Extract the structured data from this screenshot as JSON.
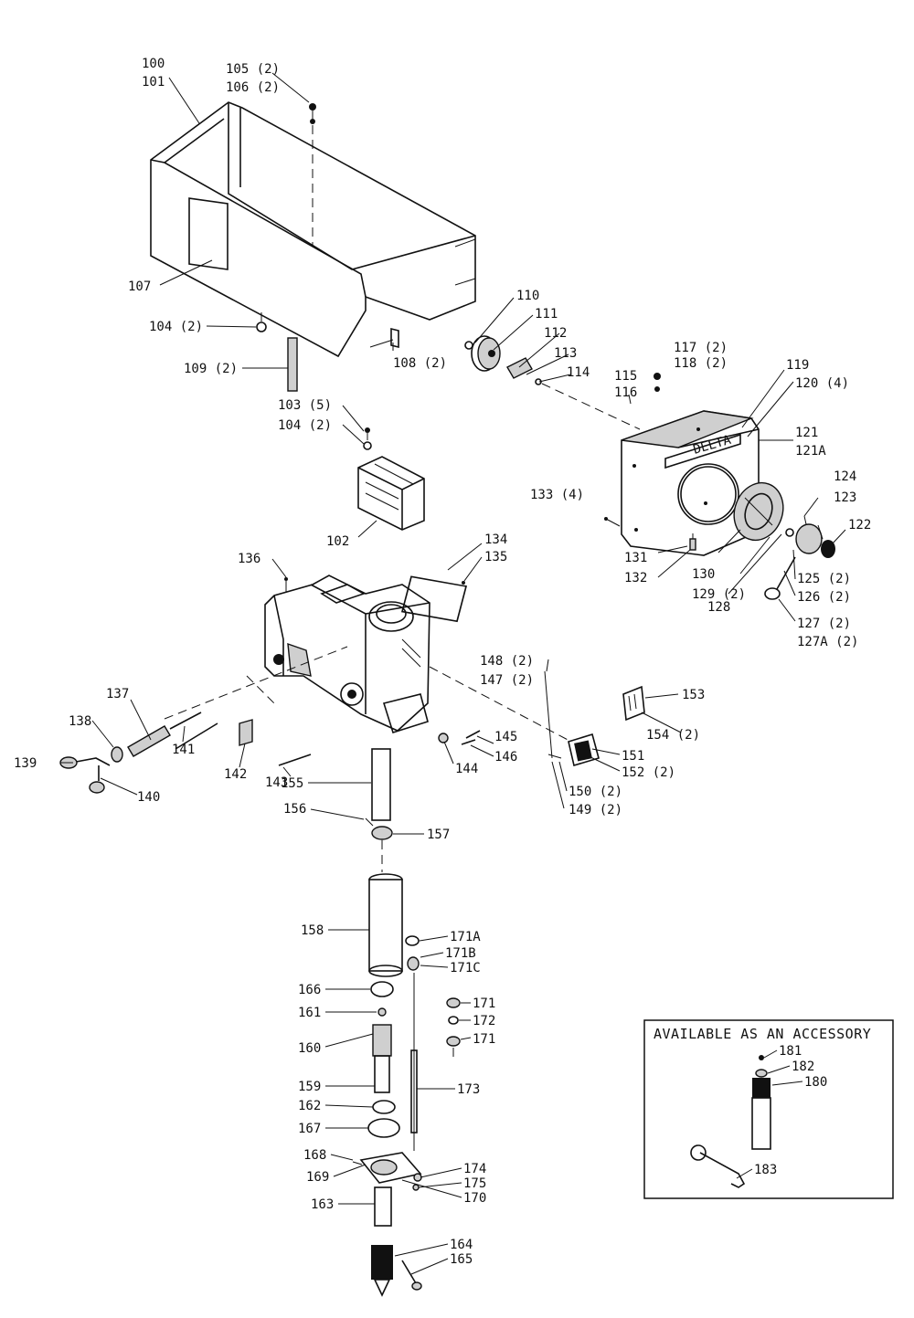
{
  "diagram": {
    "part_labels": [
      "100",
      "101",
      "105 (2)",
      "106 (2)",
      "107",
      "104 (2)",
      "109 (2)",
      "108 (2)",
      "103 (5)",
      "104 (2)",
      "102",
      "110",
      "111",
      "112",
      "113",
      "114",
      "115",
      "116",
      "117 (2)",
      "118 (2)",
      "119",
      "120 (4)",
      "121",
      "121A",
      "133 (4)",
      "124",
      "123",
      "122",
      "131",
      "132",
      "130",
      "129 (2)",
      "128",
      "125 (2)",
      "126 (2)",
      "127 (2)",
      "127A (2)",
      "134",
      "135",
      "136",
      "137",
      "138",
      "139",
      "140",
      "141",
      "142",
      "143",
      "144",
      "145",
      "146",
      "148 (2)",
      "147 (2)",
      "151",
      "152 (2)",
      "150 (2)",
      "149 (2)",
      "153",
      "154 (2)",
      "155",
      "156",
      "157",
      "158",
      "171A",
      "171B",
      "171C",
      "166",
      "161",
      "171",
      "172",
      "171",
      "160",
      "173",
      "159",
      "162",
      "167",
      "168",
      "169",
      "174",
      "175",
      "170",
      "163",
      "164",
      "165"
    ],
    "accessory": {
      "title": "AVAILABLE AS AN ACCESSORY",
      "part_labels": [
        "181",
        "182",
        "180",
        "183"
      ]
    }
  },
  "colors": {
    "ink": "#111111",
    "paper": "#ffffff",
    "shade": "#cfcfcf"
  }
}
